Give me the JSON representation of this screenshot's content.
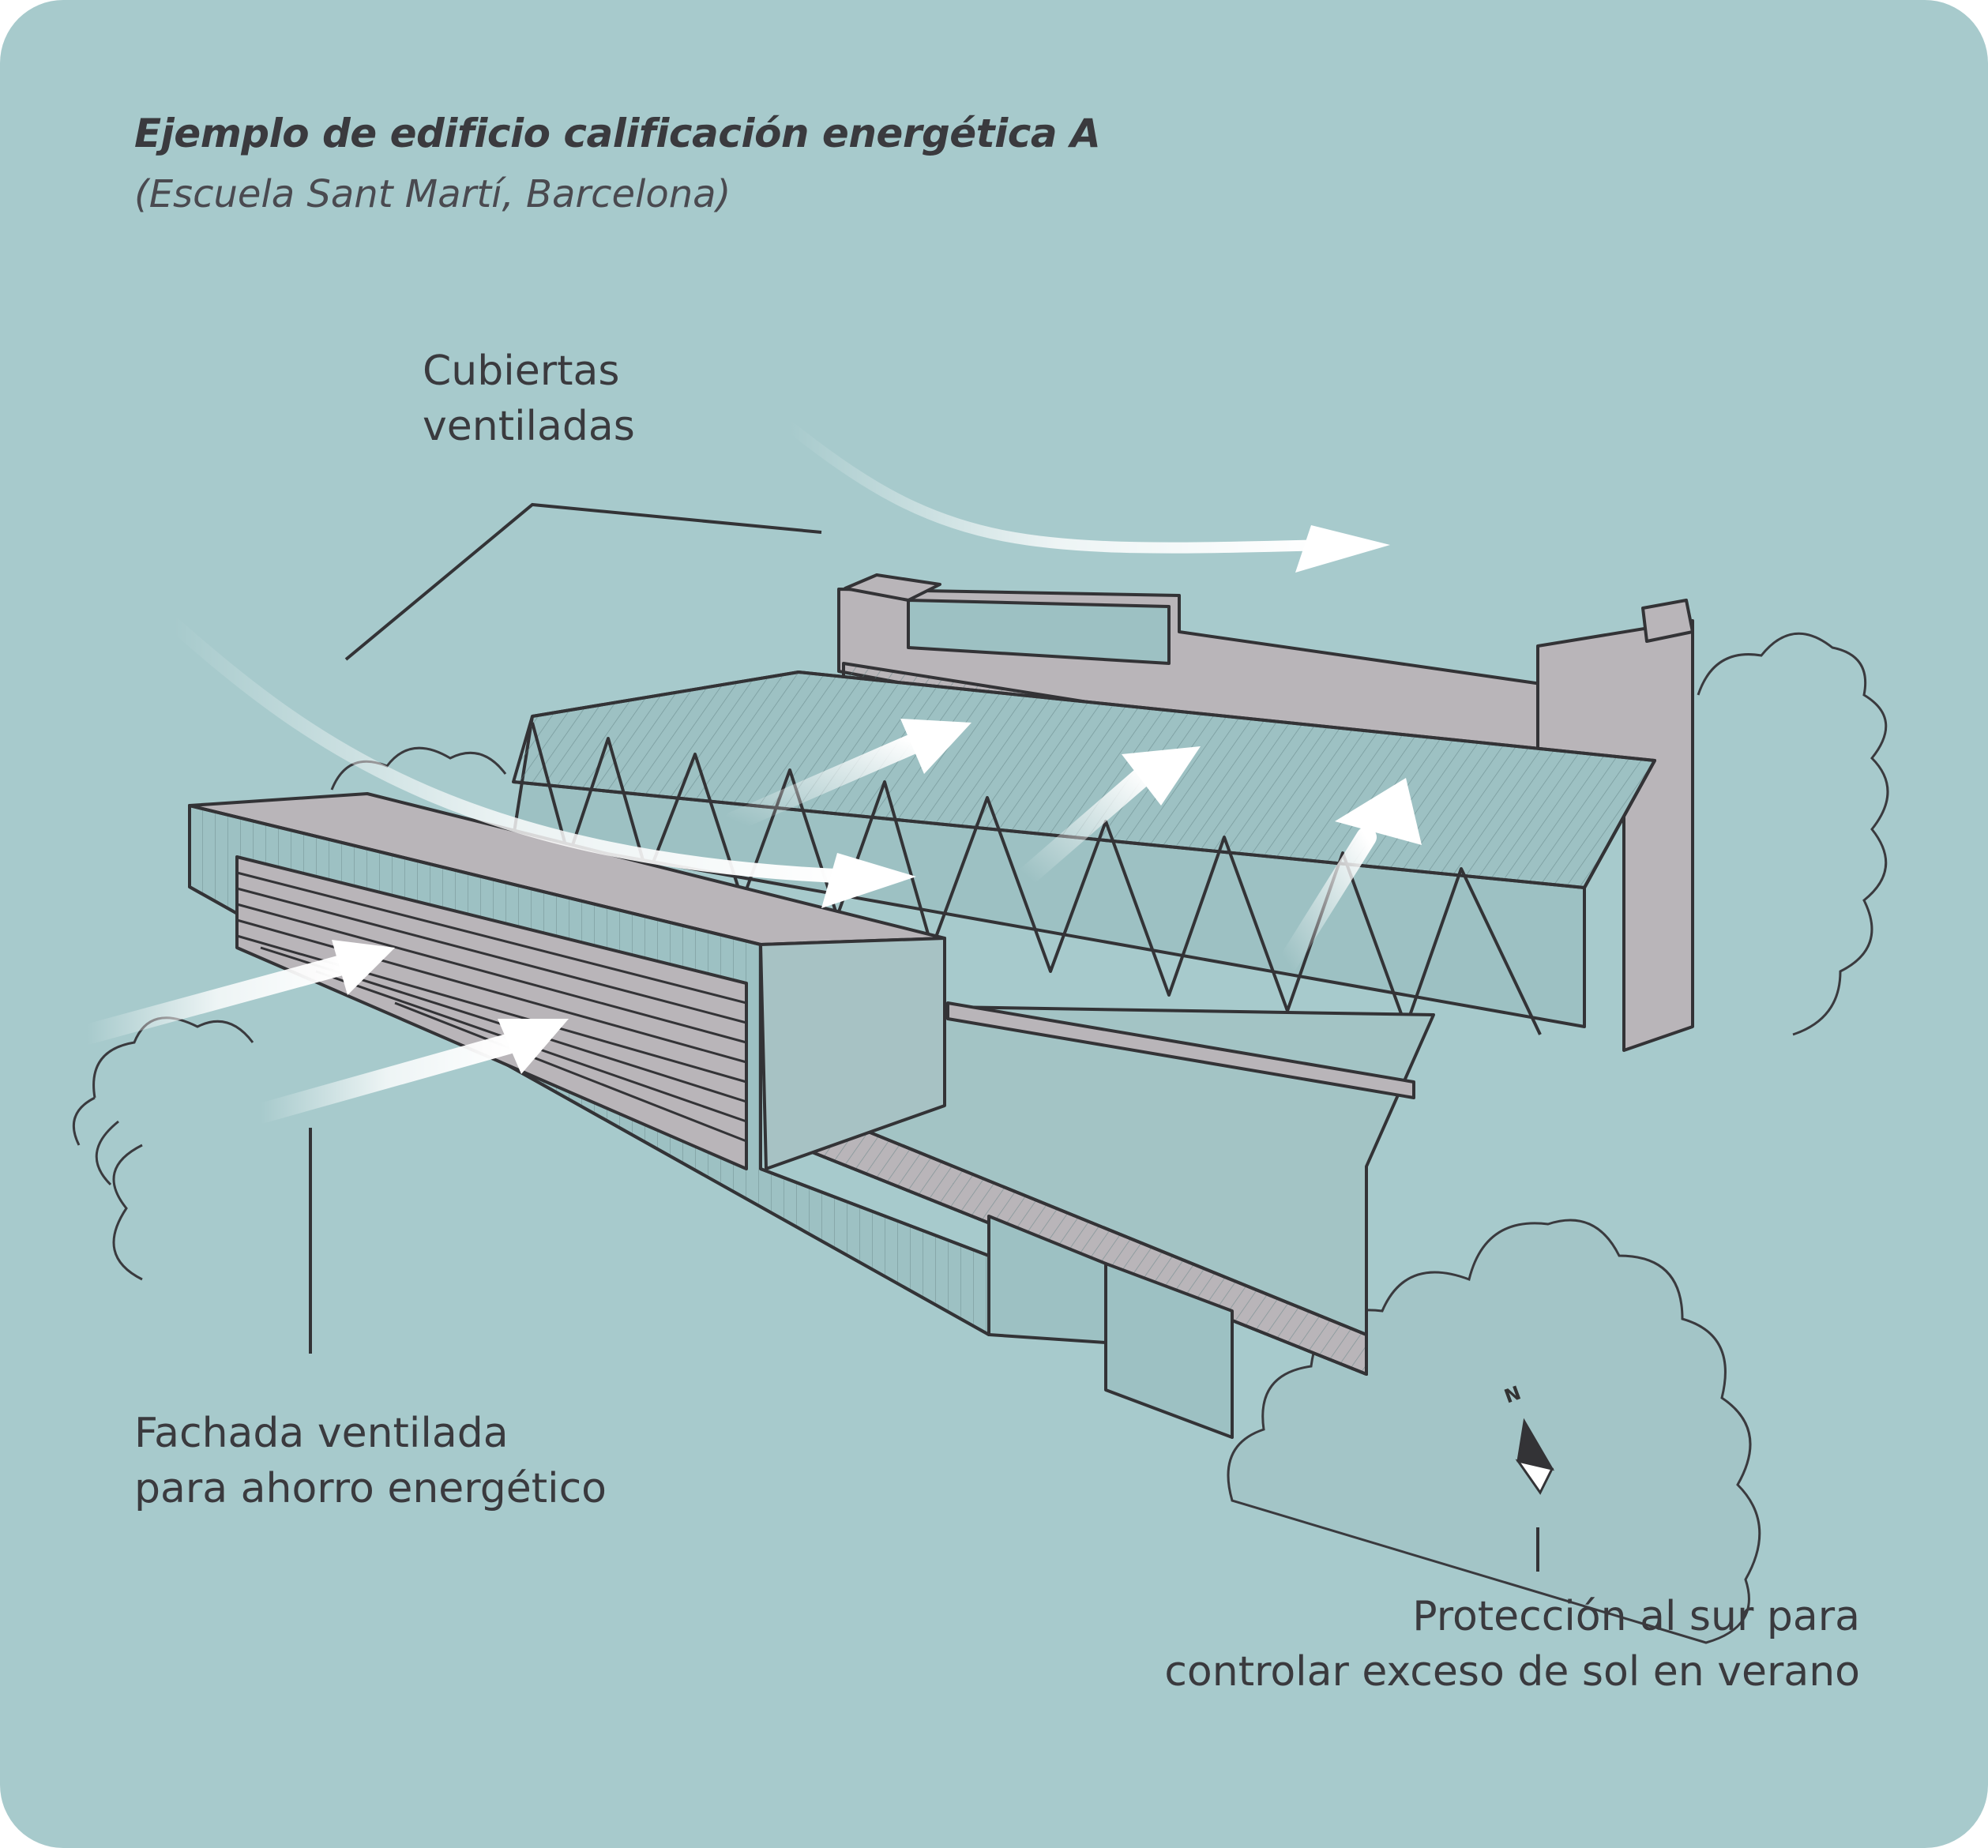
{
  "header": {
    "title": "Ejemplo de edificio calificación energética A",
    "subtitle": "(Escuela Sant Martí, Barcelona)"
  },
  "labels": {
    "roof_line1": "Cubiertas",
    "roof_line2": "ventiladas",
    "facade_line1": "Fachada ventilada",
    "facade_line2": "para ahorro energético",
    "south_line1": "Protección al sur para",
    "south_line2": "controlar exceso de sol en verano"
  },
  "compass": {
    "north_label": "N"
  },
  "colors": {
    "background": "#a7cacc",
    "building": "#b9b5b9",
    "glass": "#9dc1c3",
    "ink": "#333336",
    "airflow": "#ffffff"
  }
}
